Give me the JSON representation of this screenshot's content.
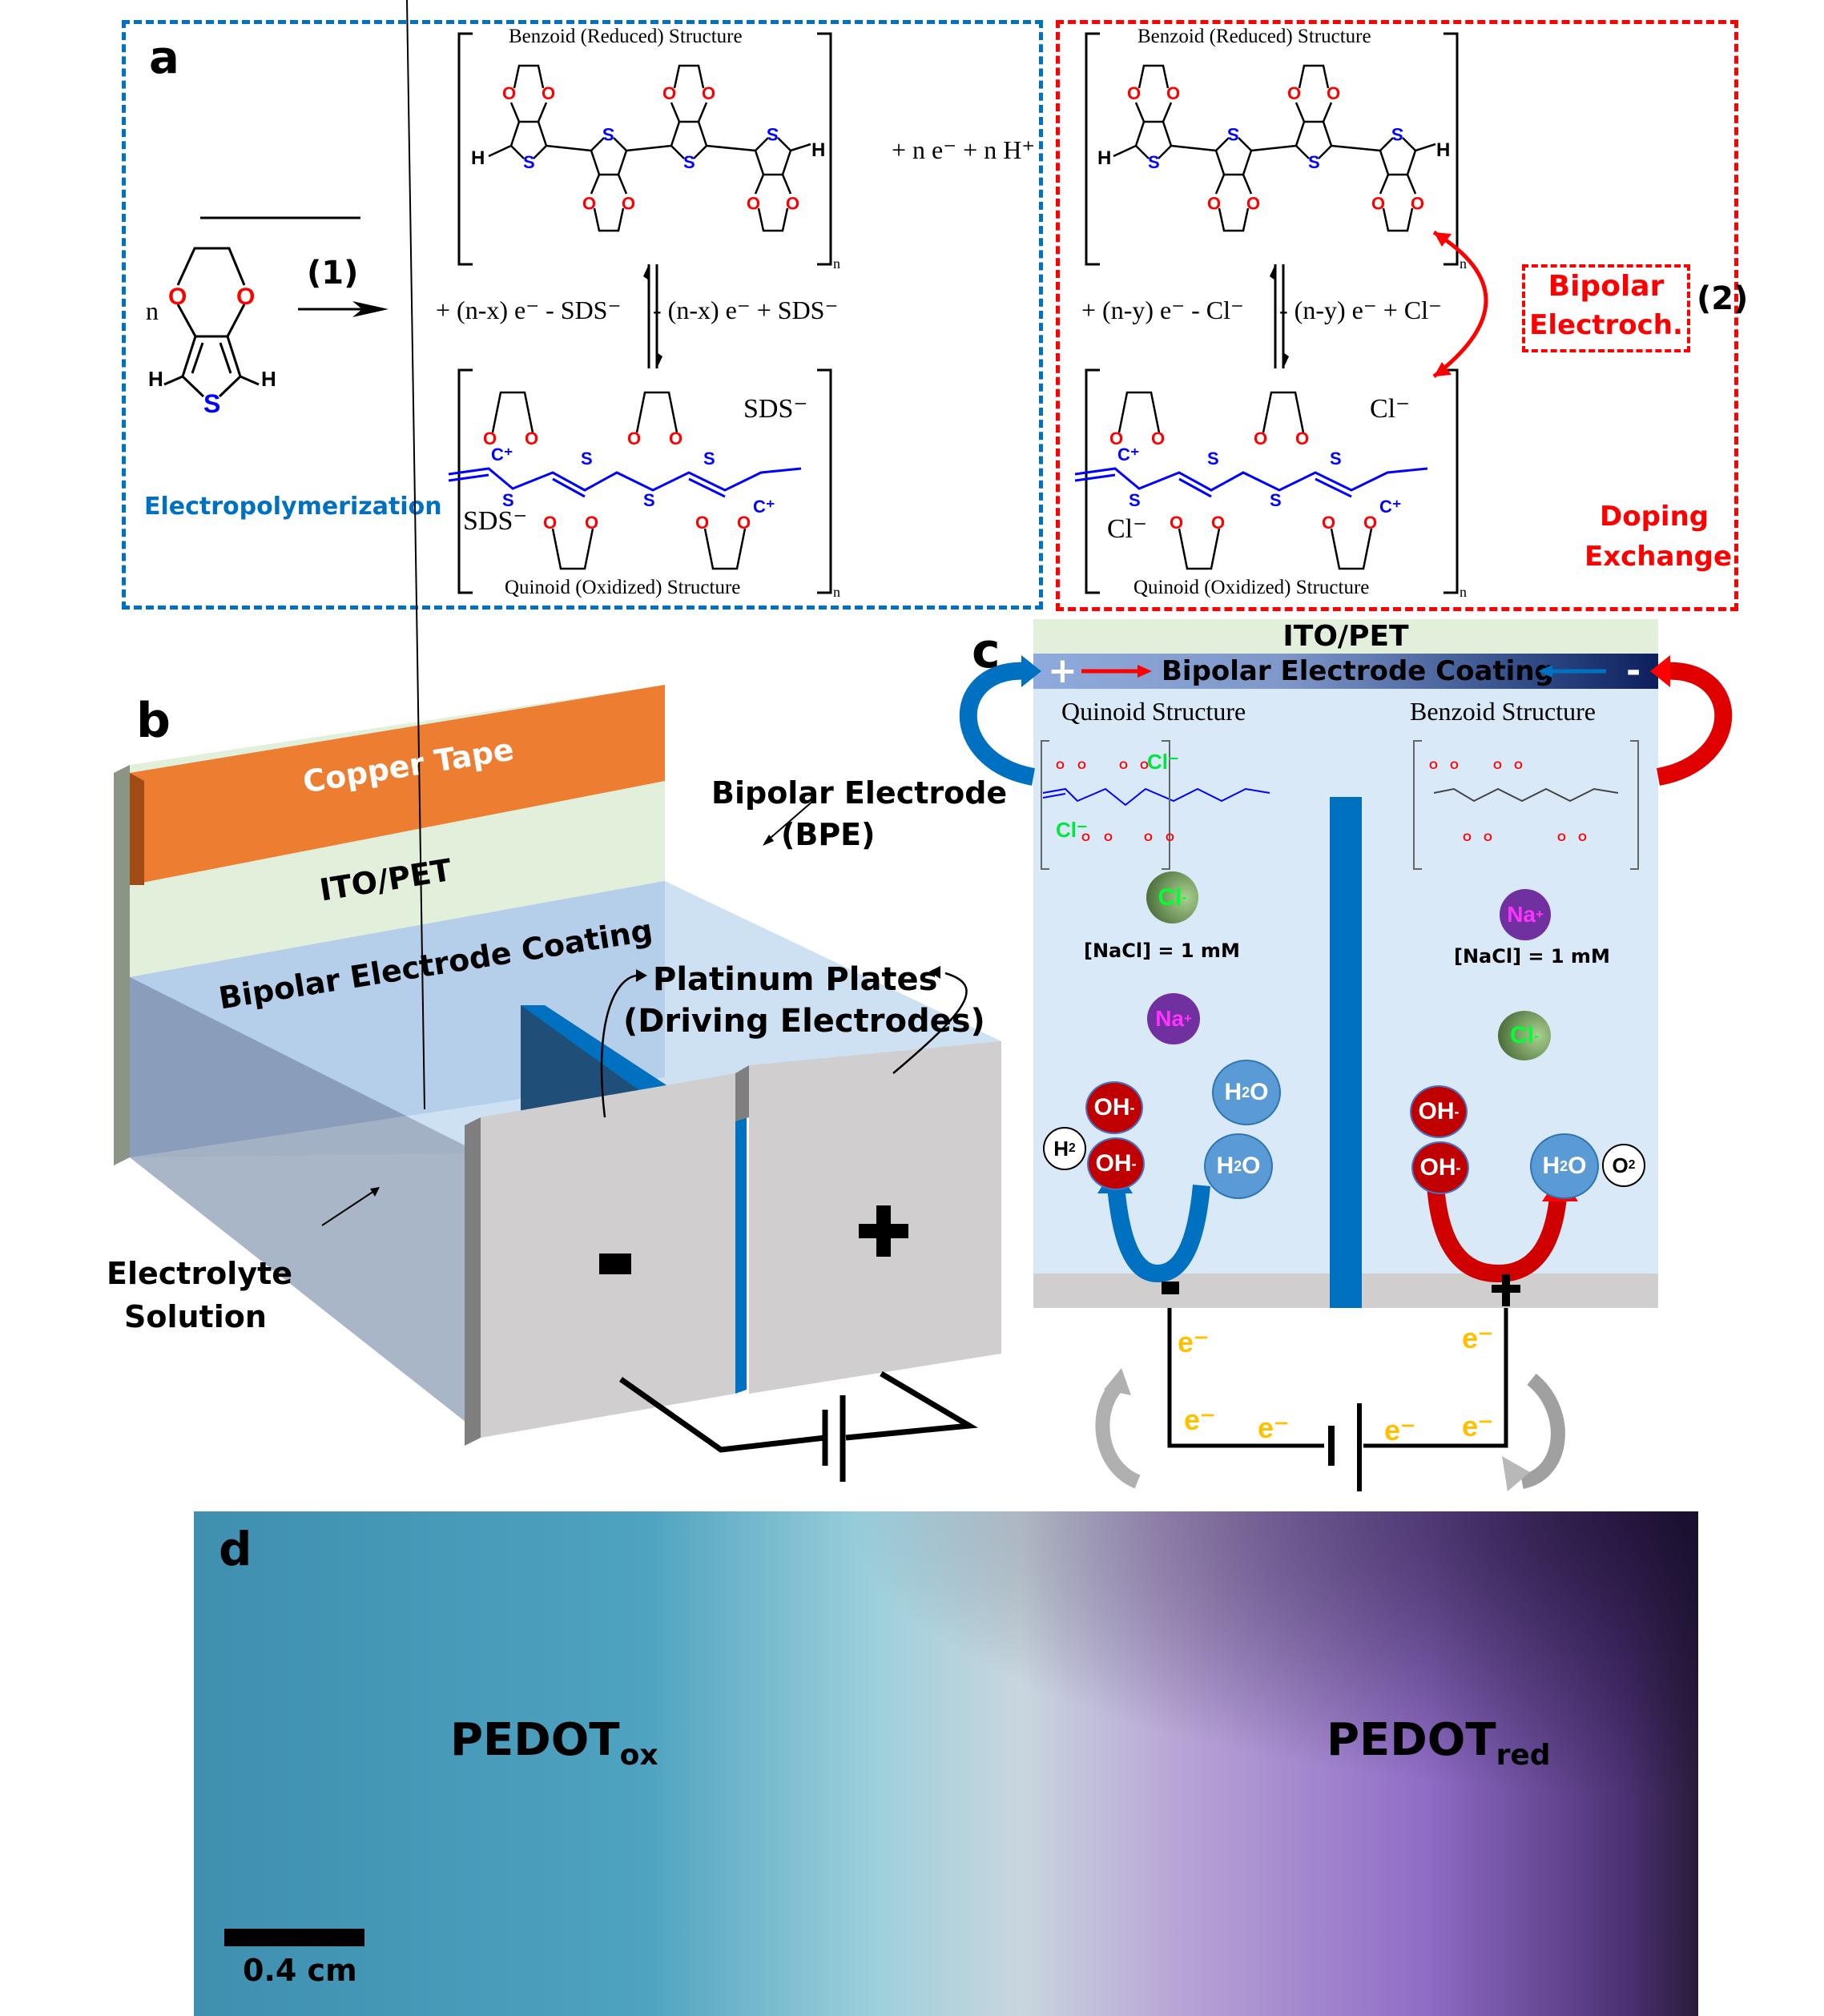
{
  "panel_a": {
    "letter": "a",
    "left_box": {
      "border_color": "#0070c0",
      "monomer_prefix": "n",
      "step_label": "(1)",
      "caption": "Electropolymerization",
      "benzoid_title": "Benzoid (Reduced) Structure",
      "quinoid_title": "Quinoid (Oxidized) Structure",
      "product_side": "+ n e⁻ + n H⁺",
      "forward_condition": "+ (n-x) e⁻ - SDS⁻",
      "reverse_condition": "- (n-x) e⁻ + SDS⁻",
      "dopant_1": "SDS⁻",
      "dopant_2": "SDS⁻",
      "subscript_n": "n"
    },
    "right_box": {
      "border_color": "#ff0000",
      "benzoid_title": "Benzoid (Reduced) Structure",
      "quinoid_title": "Quinoid (Oxidized) Structure",
      "forward_condition": "+ (n-y) e⁻ - Cl⁻",
      "reverse_condition": "- (n-y) e⁻ + Cl⁻",
      "dopant_1": "Cl⁻",
      "dopant_2": "Cl⁻",
      "bipolar_box_line1": "Bipolar",
      "bipolar_box_line2": "Electroch.",
      "step_label": "(2)",
      "caption_line1": "Doping",
      "caption_line2": "Exchange",
      "subscript_n": "n"
    },
    "atom_colors": {
      "oxygen": "#ff0000",
      "sulfur": "#0000ff",
      "bond": "#000000",
      "quinoid_bond": "#0000ff"
    }
  },
  "panel_b": {
    "letter": "b",
    "copper_tape": "Copper Tape",
    "ito_pet": "ITO/PET",
    "coating": "Bipolar Electrode Coating",
    "bpe_line1": "Bipolar Electrode",
    "bpe_line2": "(BPE)",
    "platinum_line1": "Platinum Plates",
    "platinum_line2": "(Driving Electrodes)",
    "electrolyte_line1": "Electrolyte",
    "electrolyte_line2": "Solution",
    "minus_sign": "-",
    "plus_sign": "+",
    "colors": {
      "copper": "#ed7d31",
      "ito": "#e2efda",
      "coating": "#8faadc",
      "solution": "#bdd7ee",
      "plate": "#d0cece",
      "divider": "#0070c0"
    }
  },
  "panel_c": {
    "letter": "c",
    "ito_pet": "ITO/PET",
    "coating": "Bipolar Electrode Coating",
    "coating_plus": "+",
    "coating_minus": "-",
    "left_structure_title": "Quinoid Structure",
    "right_structure_title": "Benzoid Structure",
    "left_dopants": [
      "Cl⁻",
      "Cl⁻"
    ],
    "concentration_left": "[NaCl] = 1 mM",
    "concentration_right": "[NaCl] = 1 mM",
    "ions_left": [
      {
        "label": "Cl",
        "sup": "-",
        "kind": "chloride"
      },
      {
        "label": "Na",
        "sup": "+",
        "kind": "sodium"
      },
      {
        "label": "OH",
        "sup": "-",
        "kind": "hydroxide"
      },
      {
        "label": "OH",
        "sup": "-",
        "kind": "hydroxide"
      },
      {
        "label": "H",
        "sub": "2",
        "tail": "O",
        "kind": "water"
      },
      {
        "label": "H",
        "sub": "2",
        "tail": "O",
        "kind": "water"
      },
      {
        "label": "H",
        "sub": "2",
        "kind": "hydrogen"
      }
    ],
    "ions_right": [
      {
        "label": "Na",
        "sup": "+",
        "kind": "sodium"
      },
      {
        "label": "Cl",
        "sup": "-",
        "kind": "chloride"
      },
      {
        "label": "OH",
        "sup": "-",
        "kind": "hydroxide"
      },
      {
        "label": "OH",
        "sup": "-",
        "kind": "hydroxide"
      },
      {
        "label": "H",
        "sub": "2",
        "tail": "O",
        "kind": "water"
      },
      {
        "label": "O",
        "sub": "2",
        "kind": "oxygen"
      }
    ],
    "electrode_minus": "-",
    "electrode_plus": "+",
    "electron_label": "e⁻",
    "electron_count": 6,
    "colors": {
      "cell_bg": "#dae9f8",
      "ito": "#e2efda",
      "coating_start": "#8faadc",
      "coating_end": "#0d1f5c",
      "hydroxide": "#c00000",
      "water": "#5b9bd5",
      "electron": "#ffc000",
      "chloride_start": "#3a5a2a",
      "chloride_end": "#a9d18e",
      "sodium": "#7030a0",
      "post": "#0070c0"
    }
  },
  "panel_d": {
    "letter": "d",
    "left_label_main": "PEDOT",
    "left_label_sub": "ox",
    "right_label_main": "PEDOT",
    "right_label_sub": "red",
    "scale_bar_label": "0.4 cm",
    "colors": {
      "oxidized": "#4ea3c0",
      "reduced": "#7b5bb0",
      "mid": "#c9dde3"
    }
  }
}
